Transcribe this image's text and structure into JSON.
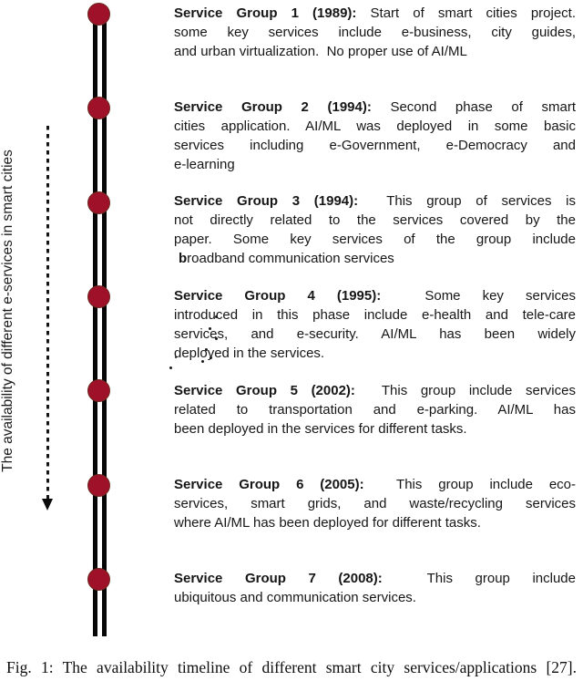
{
  "figure": {
    "y_axis_label": "The availability of different e-services in smart cities",
    "caption": "Fig. 1: The availability timeline of different smart city services/applications [27].",
    "timeline": {
      "bar_color": "#060606",
      "node_fill": "#9e1128",
      "node_border": "#6b2a22",
      "years": [
        "1989",
        "1994",
        "1994",
        "1995",
        "2002",
        "2005",
        "2008"
      ]
    },
    "groups": [
      {
        "title": "Service Group 1 (1989):",
        "year": "1989",
        "title_rest": " Start of smart cities project.",
        "lines": [
          "some key services include e-business, city guides,",
          "and urban virtualization.  No proper use of AI/ML"
        ]
      },
      {
        "title": "Service Group 2 (1994):",
        "year": "1994",
        "title_rest": " Second phase of smart",
        "lines": [
          "cities application. AI/ML was deployed in some basic",
          "services including e-Government, e-Democracy and",
          "e-learning"
        ]
      },
      {
        "title": "Service Group 3 (1994):",
        "year": "1994",
        "title_rest": "  This group of services is",
        "lines": [
          "not directly related to the services covered by the",
          "paper. Some key services of the group include"
        ],
        "last_line_bold": "b",
        "last_line_rest": "roadband communication services"
      },
      {
        "title": "Service Group 4 (1995):",
        "year": "1995",
        "title_rest": "  Some key services",
        "lines": [
          "introduced in this phase include e-health and tele-care",
          "services, and e-security. AI/ML has been widely",
          "deployed in the services."
        ]
      },
      {
        "title": "Service Group 5 (2002):",
        "year": "2002",
        "title_rest": "  This group include services",
        "lines": [
          "related to transportation and e-parking. AI/ML has",
          "been deployed in the services for different tasks."
        ]
      },
      {
        "title": "Service Group 6 (2005):",
        "year": "2005",
        "title_rest": "  This group include eco-",
        "lines": [
          "services, smart grids, and waste/recycling services",
          "where AI/ML has been deployed for different tasks."
        ]
      },
      {
        "title": "Service Group 7 (2008):",
        "year": "2008",
        "title_rest": "  This group include",
        "lines": [
          "ubiquitous and communication services."
        ]
      }
    ]
  }
}
